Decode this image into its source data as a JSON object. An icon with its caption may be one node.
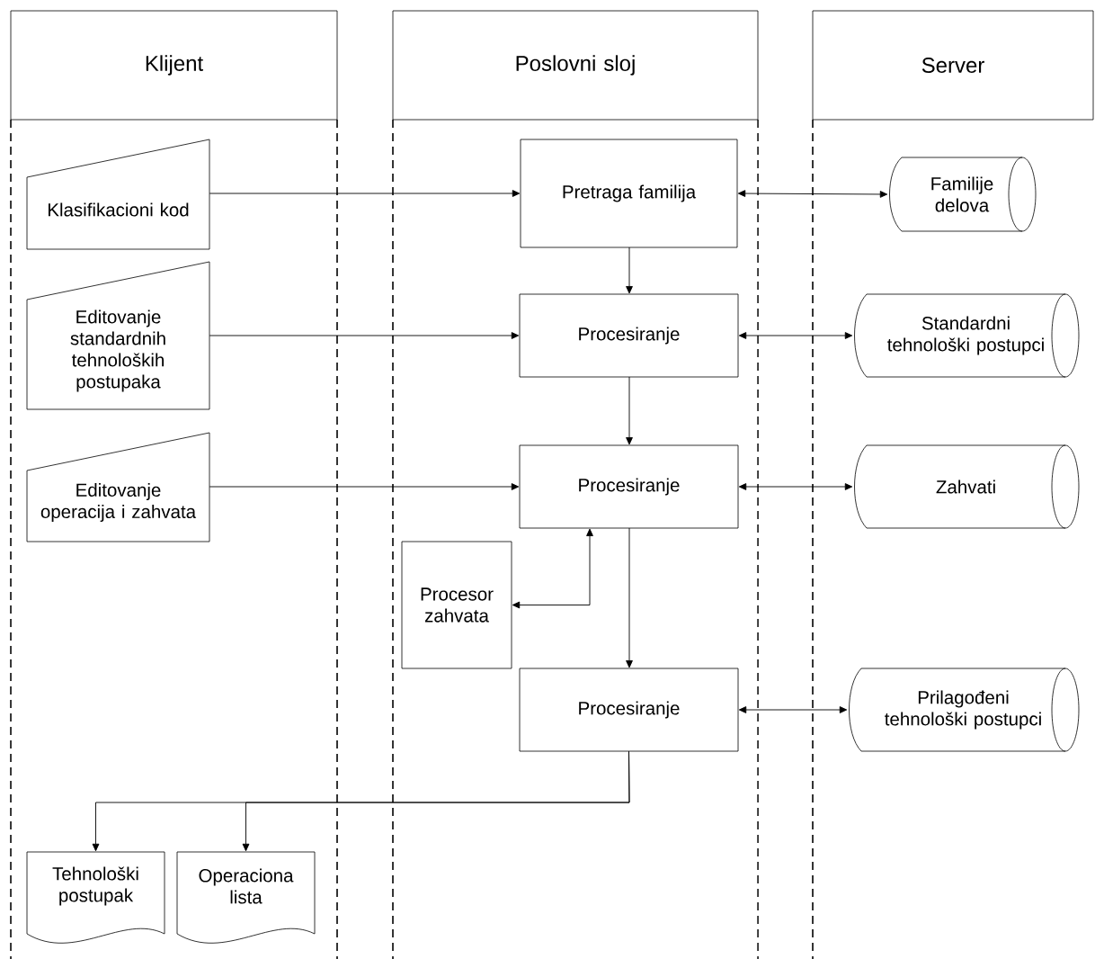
{
  "diagram": {
    "nodes": [
      {
        "text": [
          "Klijent"
        ]
      },
      {
        "text": [
          "Poslovni sloj"
        ]
      },
      {
        "text": [
          "Server"
        ]
      },
      {
        "text": [
          "Klasifikacioni kod"
        ]
      },
      {
        "text": [
          "Editovanje standardnih tehnoloških postupaka"
        ]
      },
      {
        "text": [
          "Editovanje operacija i zahvata"
        ]
      },
      {
        "text": [
          "Pretraga familija"
        ]
      },
      {
        "text": [
          "Procesiranje"
        ]
      },
      {
        "text": [
          "Procesiranje"
        ]
      },
      {
        "text": [
          "Procesor zahvata"
        ]
      },
      {
        "text": [
          "Procesiranje"
        ]
      },
      {
        "text": [
          "Familije delova"
        ]
      },
      {
        "text": [
          "Standardni tehnološki postupci"
        ]
      },
      {
        "text": [
          "Zahvati"
        ]
      },
      {
        "text": [
          "Prilagođeni tehnološki postupci"
        ]
      },
      {
        "text": [
          "Tehnološki postupak"
        ]
      },
      {
        "text": [
          "Operaciona lista"
        ]
      }
    ],
    "edges": [
      {
        "from": 3,
        "to": 6,
        "arrow": "to"
      },
      {
        "from": 6,
        "to": 11,
        "arrow": "both"
      },
      {
        "from": 6,
        "to": 7,
        "arrow": "to"
      },
      {
        "from": 4,
        "to": 7,
        "arrow": "to"
      },
      {
        "from": 7,
        "to": 12,
        "arrow": "both"
      },
      {
        "from": 7,
        "to": 8,
        "arrow": "to"
      },
      {
        "from": 5,
        "to": 8,
        "arrow": "to"
      },
      {
        "from": 8,
        "to": 13,
        "arrow": "both"
      },
      {
        "from": 8,
        "to": 9,
        "arrow": "both"
      },
      {
        "from": 8,
        "to": 10,
        "arrow": "to"
      },
      {
        "from": 10,
        "to": 14,
        "arrow": "both"
      },
      {
        "from": 10,
        "to": 15,
        "arrow": "to"
      },
      {
        "from": 10,
        "to": 16,
        "arrow": "to"
      }
    ]
  }
}
